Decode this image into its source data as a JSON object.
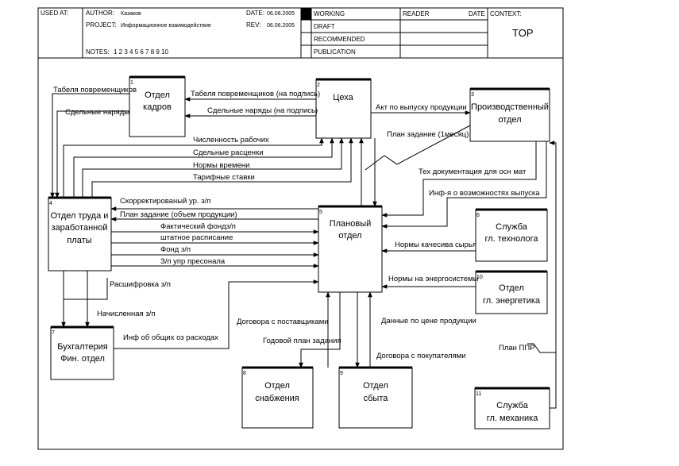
{
  "header": {
    "used_at_label": "USED AT:",
    "author_label": "AUTHOR:",
    "author_value": "Казаков",
    "project_label": "PROJECT:",
    "project_value": "Информационное взаимодействие",
    "date_label": "DATE:",
    "date_value": "06.06.2005",
    "rev_label": "REV:",
    "rev_value": "06.06.2005",
    "notes_label": "NOTES:",
    "notes_value": "1  2  3  4  5  6  7  8  9  10",
    "status_working": "WORKING",
    "status_draft": "DRAFT",
    "status_recommended": "RECOMMENDED",
    "status_publication": "PUBLICATION",
    "reader_label": "READER",
    "reader_date_label": "DATE",
    "context_label": "CONTEXT:",
    "context_value": "TOP"
  },
  "boxes": {
    "b1": {
      "num": "1",
      "line1": "Отдел",
      "line2": "кадров"
    },
    "b2": {
      "num": "2",
      "line1": "Цеха"
    },
    "b3": {
      "num": "3",
      "line1": "Производственный",
      "line2": "отдел"
    },
    "b4": {
      "num": "4",
      "line1": "Отдел труда и",
      "line2": "заработанной",
      "line3": "платы"
    },
    "b5": {
      "num": "5",
      "line1": "Плановый",
      "line2": "отдел"
    },
    "b6": {
      "num": "6",
      "line1": "Служба",
      "line2": "гл. технолога"
    },
    "b7": {
      "num": "7",
      "line1": "Бухгалтерия",
      "line2": "Фин. отдел"
    },
    "b8": {
      "num": "8",
      "line1": "Отдел",
      "line2": "снабжения"
    },
    "b9": {
      "num": "9",
      "line1": "Отдел",
      "line2": "сбыта"
    },
    "b10": {
      "num": "10",
      "line1": "Отдел",
      "line2": "гл. энергетика"
    },
    "b11": {
      "num": "11",
      "line1": "Служба",
      "line2": "гл. механика"
    }
  },
  "arrows": {
    "a1": "Табеля повременщиков",
    "a2": "Сдельные наряды",
    "a3": "Табеля повременщиков (на подпись)",
    "a4": "Сдельные наряды (на подпись)",
    "a5": "Акт по выпуску продукции",
    "a6": "План задание (1месяц)",
    "a7": "Численность рабочих",
    "a8": "Сдельные расценки",
    "a9": "Нормы времени",
    "a10": "Тарифные ставки",
    "a11": "Тех документация для осн мат",
    "a12": "Инф-я о возможностях выпуска",
    "a13": "Скорректированый ур. з/п",
    "a14": "План задание (объем продукции)",
    "a15": "Фактический фондз/п",
    "a16": "штатное расписание",
    "a17": "Фонд з/п",
    "a18": "З/п упр пресонала",
    "a19": "Нормы качесива сырья",
    "a20": "Нормы на энергосистемы",
    "a21": "Расшифровка з/п",
    "a22": "Начисленная з/п",
    "a23": "Инф об общих оз расходах",
    "a24": "Договора с поставщиками",
    "a25": "Годовой план задания",
    "a26": "Данные по цене продукции",
    "a27": "Договора с покупателями",
    "a28": "План ППР"
  }
}
